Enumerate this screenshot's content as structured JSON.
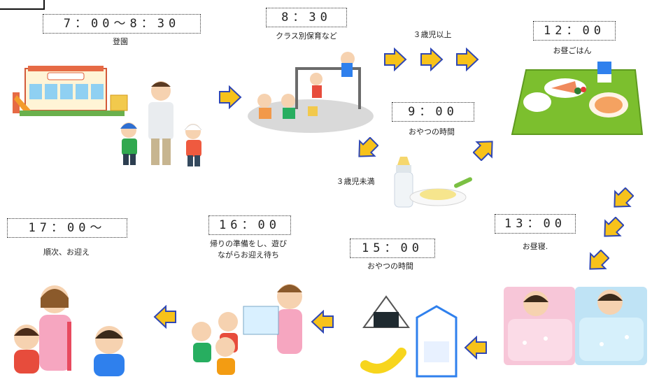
{
  "schedule": {
    "arrival": {
      "time": "7：00〜8：30",
      "label": "登園"
    },
    "class_care": {
      "time": "8：30",
      "label": "クラス別保育など"
    },
    "age3_plus": {
      "label": "３歳児以上"
    },
    "lunch": {
      "time": "12：00",
      "label": "お昼ごはん"
    },
    "snack_morning": {
      "time": "9：00",
      "label": "おやつの時間"
    },
    "under3": {
      "label": "３歳児未満"
    },
    "nap": {
      "time": "13：00",
      "label": "お昼寝."
    },
    "snack_afternoon": {
      "time": "15：00",
      "label": "おやつの時間"
    },
    "prep": {
      "time": "16：00",
      "label_line1": "帰りの準備をし、遊び",
      "label_line2": "ながらお迎え待ち"
    },
    "pickup": {
      "time": "17：00〜",
      "label": "順次、お迎え"
    }
  },
  "colors": {
    "arrow_fill": "#f7c21a",
    "arrow_outline": "#2f47b5",
    "tray": "#7cbf2e",
    "nap_pink": "#f7c6d8",
    "nap_blue": "#bfe3f5"
  },
  "icons": [
    "nursery-building-icon",
    "parent-with-children-icon",
    "playground-children-icon",
    "lunch-tray-icon",
    "baby-bottle-snack-icon",
    "sleeping-children-icon",
    "rice-ball-banana-milk-icon",
    "reading-teacher-icon",
    "pickup-family-icon"
  ]
}
